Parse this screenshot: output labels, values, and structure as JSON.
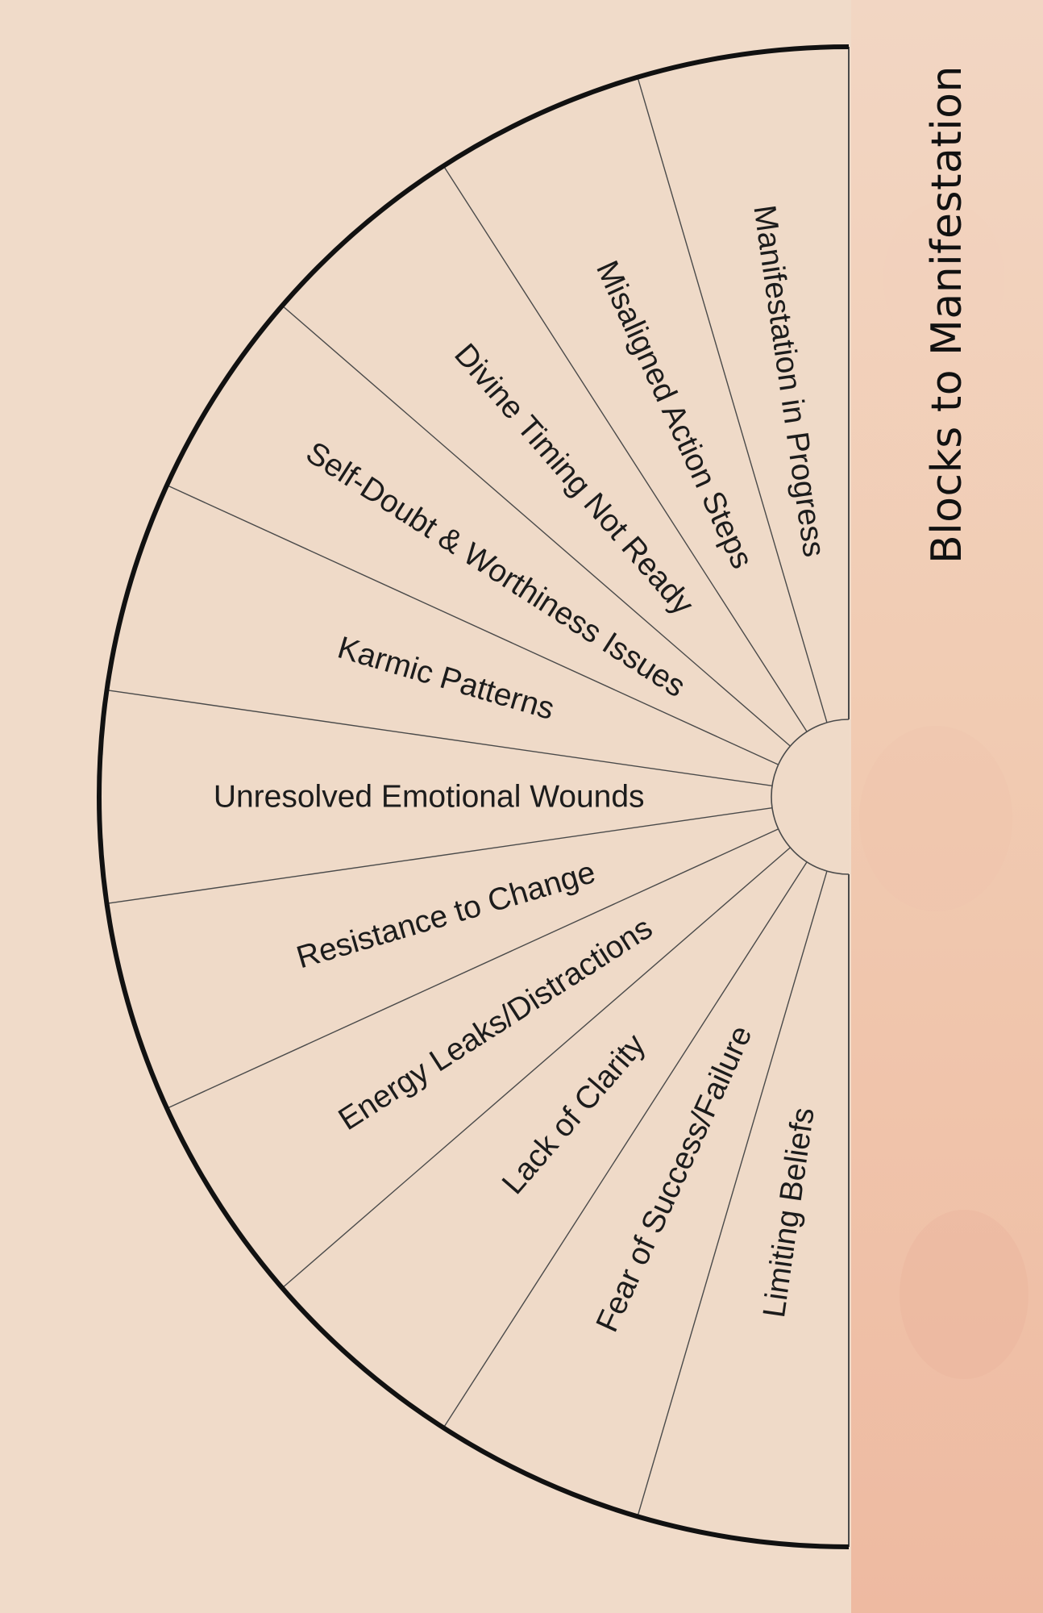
{
  "title": "Blocks to Manifestation",
  "chart_data": {
    "type": "pie",
    "layout": "half-wheel",
    "segments": [
      "Manifestation in Progress",
      "Misaligned Action Steps",
      "Divine Timing Not Ready",
      "Self-Doubt & Worthiness Issues",
      "Karmic Patterns",
      "Unresolved Emotional Wounds",
      "Resistance to Change",
      "Energy Leaks/Distractions",
      "Lack of Clarity",
      "Fear of Success/Failure",
      "Limiting Beliefs"
    ],
    "values": [
      1,
      1,
      1,
      1,
      1,
      1,
      1,
      1,
      1,
      1,
      1
    ]
  },
  "colors": {
    "background": "#f0dbc9",
    "sidebar_top": "#f2d6c3",
    "sidebar_bottom": "#eebaa1",
    "ink": "#1c1c1c"
  }
}
